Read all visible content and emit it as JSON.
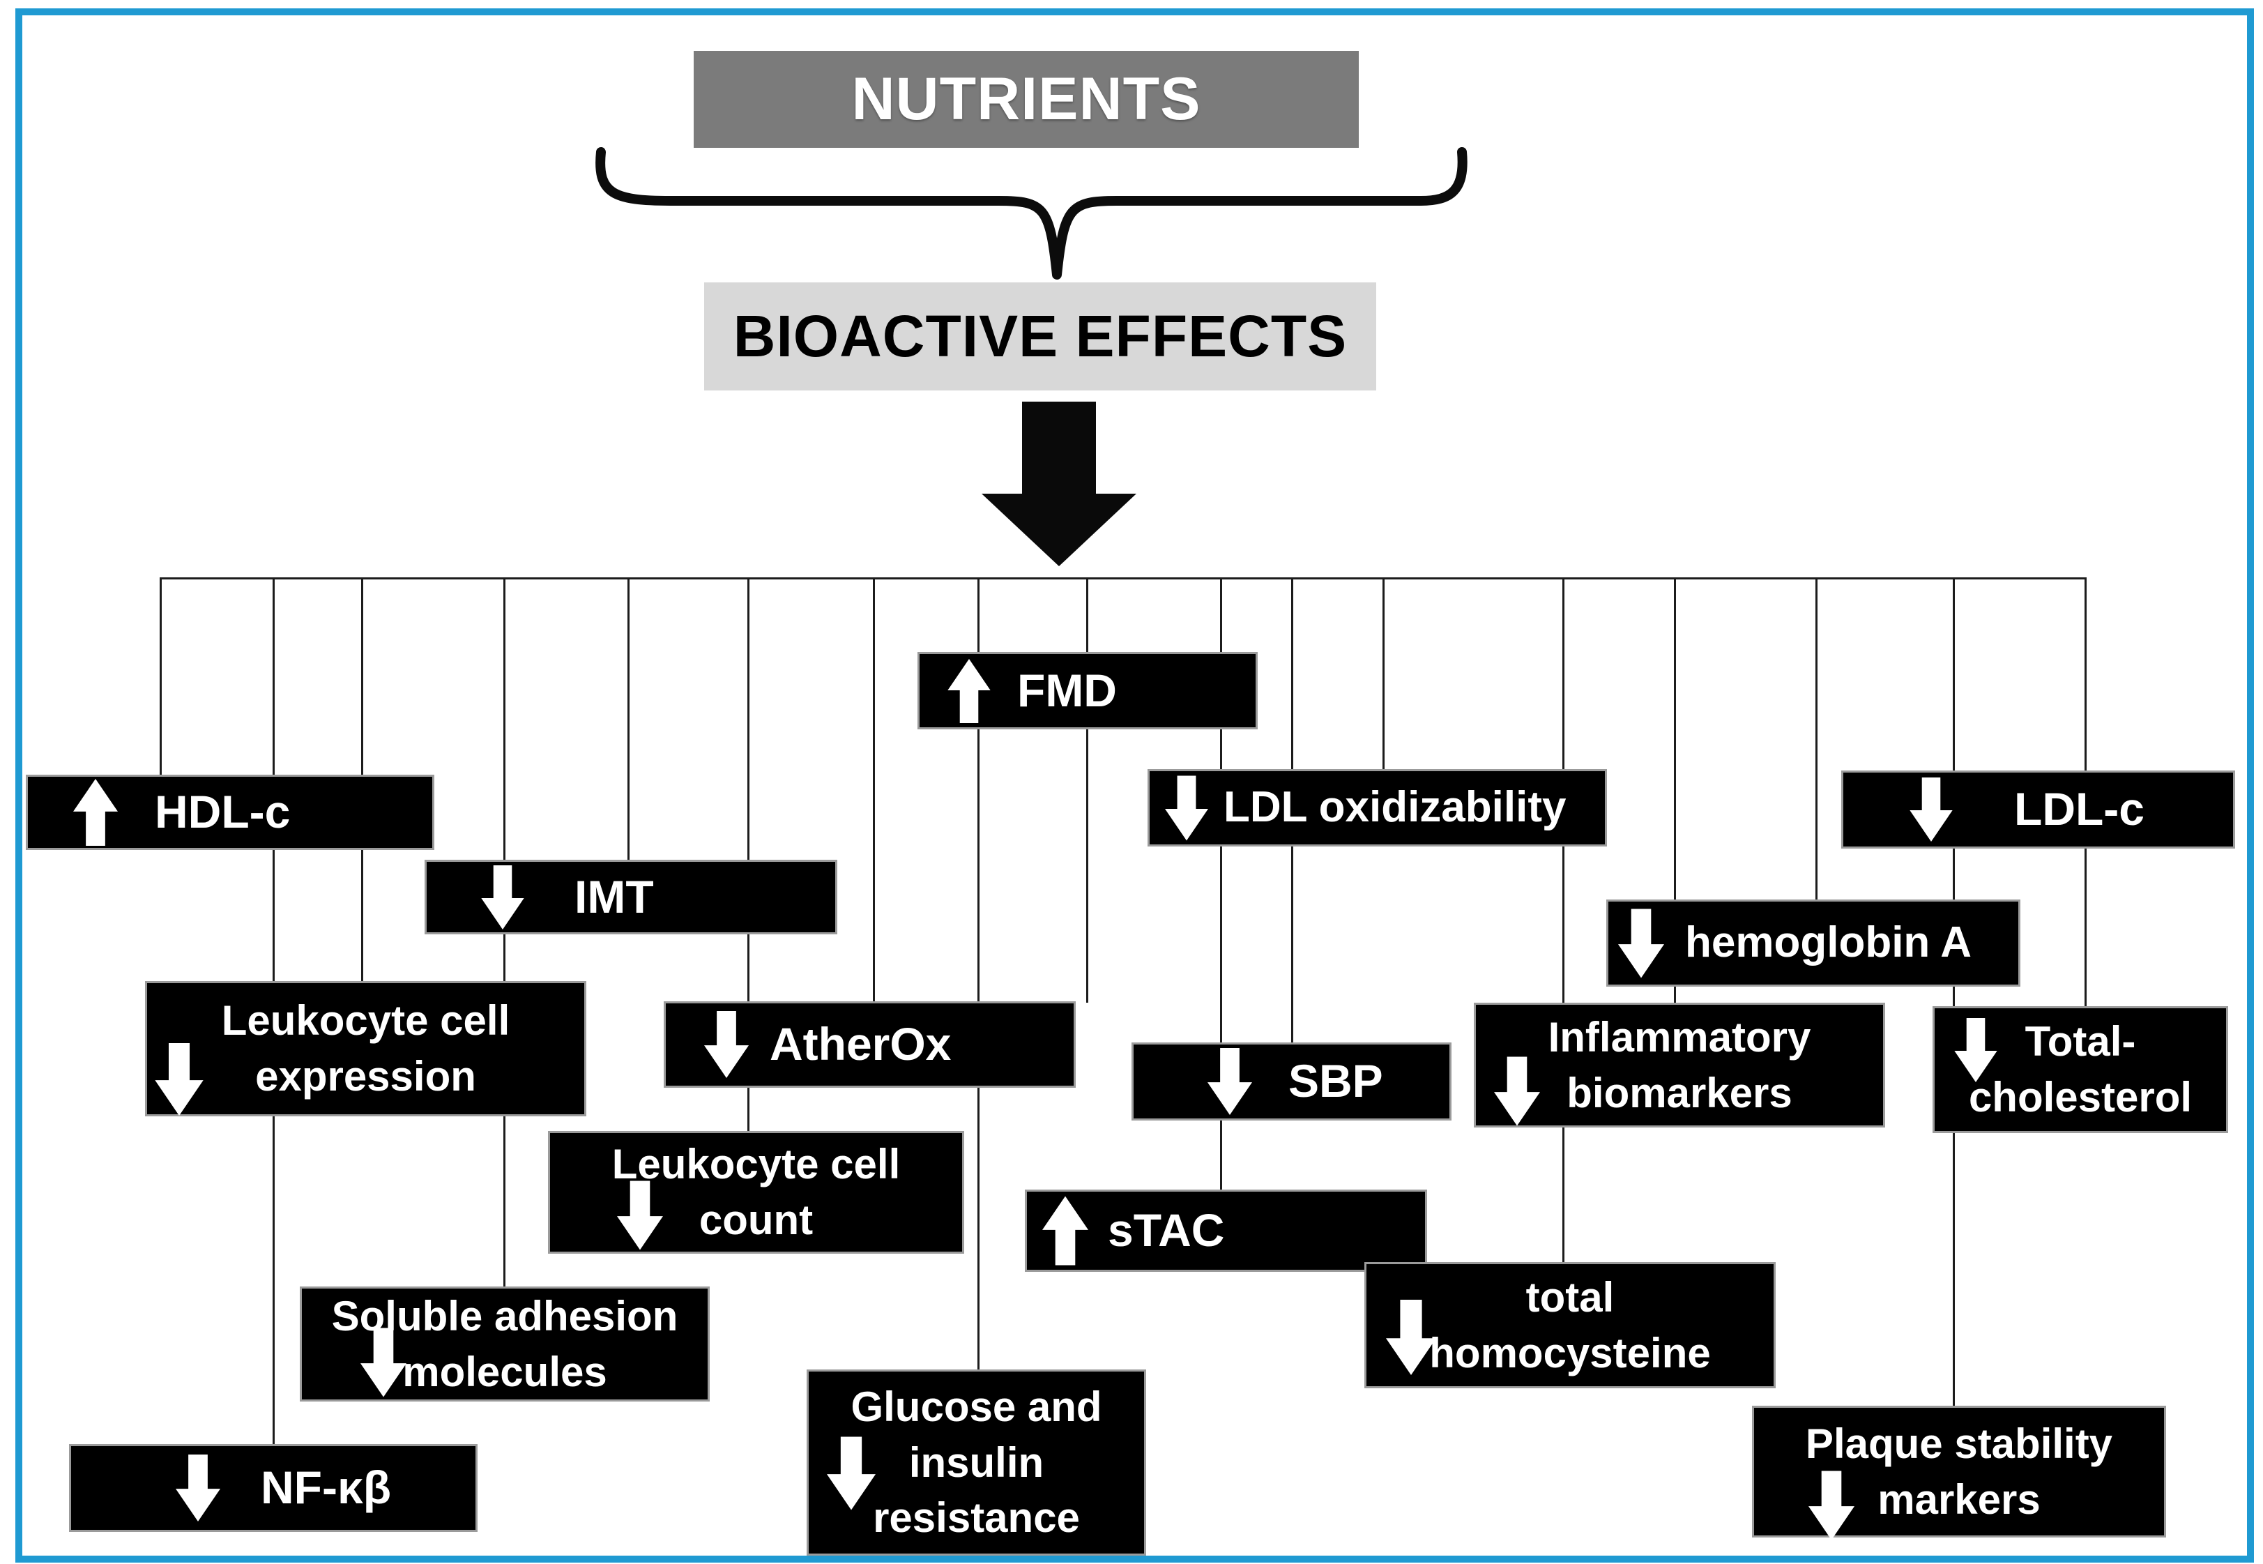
{
  "diagram": {
    "source": "NUTRIENTS",
    "mediator": "BIOACTIVE EFFECTS"
  },
  "effects": {
    "fmd": {
      "label": "FMD",
      "direction": "increase"
    },
    "hdl_c": {
      "label": "HDL-c",
      "direction": "increase"
    },
    "ldl_oxidizability": {
      "label": "LDL oxidizability",
      "direction": "decrease"
    },
    "ldl_c": {
      "label": "LDL-c",
      "direction": "decrease"
    },
    "imt": {
      "label": "IMT",
      "direction": "decrease"
    },
    "hemoglobin_a": {
      "label": "hemoglobin A",
      "direction": "decrease"
    },
    "leukocyte_cell_expression": {
      "label": "Leukocyte cell\nexpression",
      "direction": "decrease"
    },
    "atherox": {
      "label": "AtherOx",
      "direction": "decrease"
    },
    "inflammatory_biomarkers": {
      "label": "Inflammatory\nbiomarkers",
      "direction": "decrease"
    },
    "total_cholesterol": {
      "label": "Total-\ncholesterol",
      "direction": "decrease"
    },
    "sbp": {
      "label": "SBP",
      "direction": "decrease"
    },
    "leukocyte_cell_count": {
      "label": "Leukocyte cell\ncount",
      "direction": "decrease"
    },
    "stac": {
      "label": "sTAC",
      "direction": "increase"
    },
    "soluble_adhesion_molecules": {
      "label": "Soluble adhesion\nmolecules",
      "direction": "decrease"
    },
    "total_homocysteine": {
      "label": "total\nhomocysteine",
      "direction": "decrease"
    },
    "glucose_insulin_resistance": {
      "label": "Glucose and\ninsulin\nresistance",
      "direction": "decrease"
    },
    "nf_kb": {
      "label": "NF-κβ",
      "direction": "decrease"
    },
    "plaque_stability_markers": {
      "label": "Plaque stability\nmarkers",
      "direction": "decrease"
    }
  },
  "colors": {
    "frame_border": "#1f9ad2",
    "nutrients_fill": "#7b7b7b",
    "bioactive_fill": "#d8d8d8",
    "effect_box_fill": "#000000",
    "effect_box_text": "#ffffff",
    "connector": "#1c1c1c"
  }
}
